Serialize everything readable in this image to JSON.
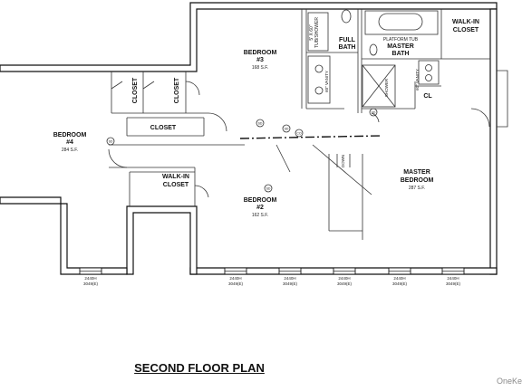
{
  "plan_title": "SECOND FLOOR PLAN",
  "watermark": "OneKe",
  "rooms": {
    "bedroom3": {
      "name": "BEDROOM",
      "number": "#3",
      "area": "168 S.F."
    },
    "bedroom4": {
      "name": "BEDROOM",
      "number": "#4",
      "area": "284 S.F."
    },
    "bedroom2": {
      "name": "BEDROOM",
      "number": "#2",
      "area": "162 S.F."
    },
    "master_bedroom": {
      "name": "MASTER",
      "name2": "BEDROOM",
      "area": "287 S.F."
    },
    "full_bath": {
      "name": "FULL",
      "name2": "BATH"
    },
    "master_bath": {
      "name": "MASTER",
      "name2": "BATH"
    },
    "walk_in_closet_top": {
      "name": "WALK-IN",
      "name2": "CLOSET"
    },
    "walk_in_closet_hall": {
      "name": "WALK-IN",
      "name2": "CLOSET"
    },
    "closet_hall": "CLOSET",
    "closet_a": "CLOSET",
    "closet_b": "CLOSET",
    "cl": "CL"
  },
  "fixtures": {
    "tub_shower": "TUB/SHOWER",
    "tub_size": "5' X 60\"",
    "platform_tub": "PLATFORM TUB",
    "vanity_a": "60\" VANITY",
    "vanity_b": "60\" VANITY",
    "shower": "SHOWER",
    "down": "DOWN"
  },
  "smoke_detector": "SD",
  "carbon_monoxide": "CO",
  "windows": [
    {
      "size": "2440H",
      "code": "3049(E)"
    },
    {
      "size": "2440H",
      "code": "3049(E)"
    },
    {
      "size": "2440H",
      "code": "3049(E)"
    },
    {
      "size": "2440H",
      "code": "3049(E)"
    },
    {
      "size": "2440H",
      "code": "3049(E)"
    },
    {
      "size": "2440H",
      "code": "3049(E)"
    }
  ]
}
